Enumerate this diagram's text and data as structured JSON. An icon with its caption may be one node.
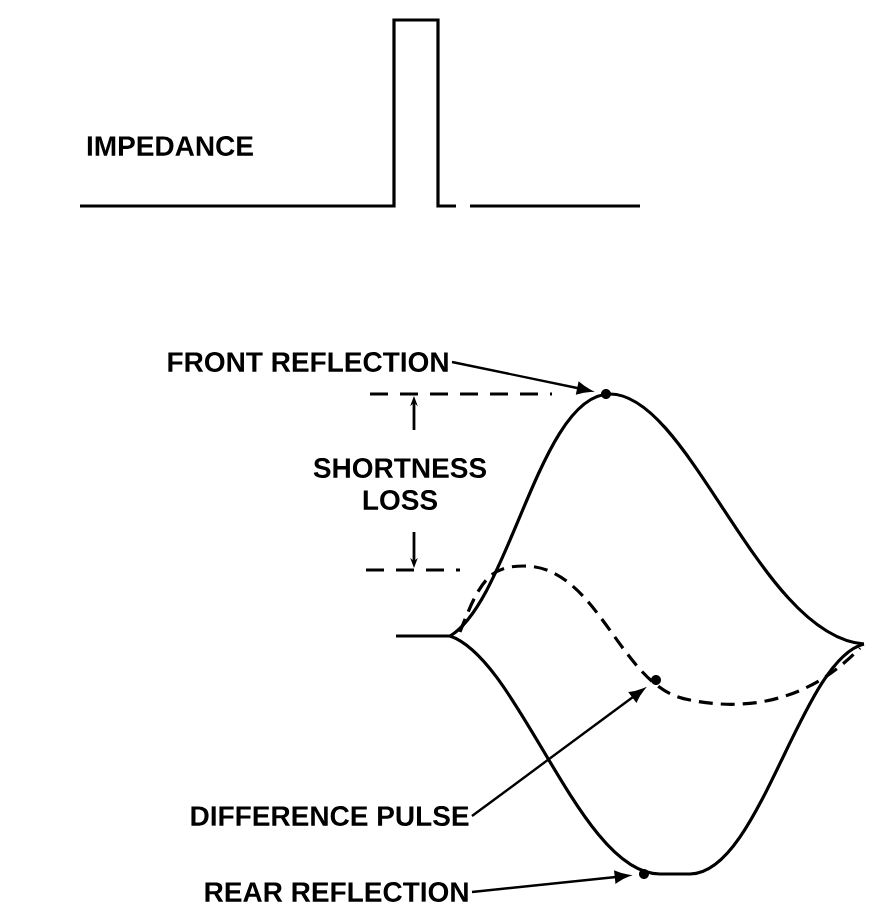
{
  "diagram": {
    "nodes": [
      {
        "text": [
          "FRONT REFLECTION"
        ]
      },
      {
        "text": [
          "DIFFERENCE PULSE"
        ]
      },
      {
        "text": [
          "REAR REFLECTION"
        ]
      },
      {
        "text": [],
        "shape": "dot"
      },
      {
        "text": [],
        "shape": "dot"
      },
      {
        "text": [],
        "shape": "dot"
      }
    ],
    "edges": [
      {
        "from": 0,
        "to": 3,
        "arrow": "to"
      },
      {
        "from": 1,
        "to": 4,
        "arrow": "to"
      },
      {
        "from": 2,
        "to": 5,
        "arrow": "to"
      }
    ],
    "labels": [
      "IMPEDANCE",
      "SHORTNESS LOSS"
    ]
  }
}
